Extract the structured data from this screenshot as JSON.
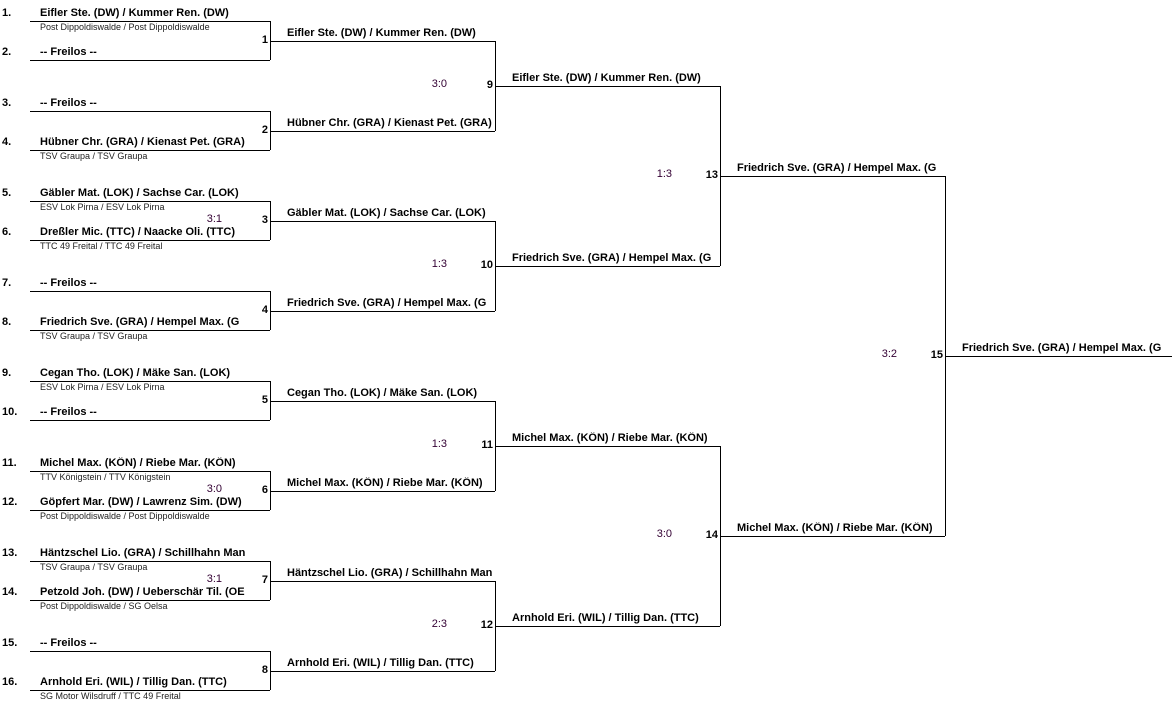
{
  "rounds": [
    {
      "matches": [
        {
          "number": "1",
          "score": "",
          "entrants": [
            {
              "seed": "1.",
              "name": "Eifler Ste. (DW) / Kummer Ren. (DW)",
              "club": "Post Dippoldiswalde / Post Dippoldiswalde"
            },
            {
              "seed": "2.",
              "name": "-- Freilos --",
              "club": ""
            }
          ]
        },
        {
          "number": "2",
          "score": "",
          "entrants": [
            {
              "seed": "3.",
              "name": "-- Freilos --",
              "club": ""
            },
            {
              "seed": "4.",
              "name": "Hübner Chr. (GRA) / Kienast Pet. (GRA)",
              "club": "TSV Graupa / TSV Graupa"
            }
          ]
        },
        {
          "number": "3",
          "score": "3:1",
          "entrants": [
            {
              "seed": "5.",
              "name": "Gäbler Mat. (LOK) / Sachse Car. (LOK)",
              "club": "ESV Lok Pirna / ESV Lok Pirna"
            },
            {
              "seed": "6.",
              "name": "Dreßler Mic. (TTC) / Naacke Oli. (TTC)",
              "club": "TTC 49 Freital / TTC 49 Freital"
            }
          ]
        },
        {
          "number": "4",
          "score": "",
          "entrants": [
            {
              "seed": "7.",
              "name": "-- Freilos --",
              "club": ""
            },
            {
              "seed": "8.",
              "name": "Friedrich Sve. (GRA) / Hempel Max. (G",
              "club": "TSV Graupa / TSV Graupa"
            }
          ]
        },
        {
          "number": "5",
          "score": "",
          "entrants": [
            {
              "seed": "9.",
              "name": "Cegan Tho. (LOK) / Mäke San. (LOK)",
              "club": "ESV Lok Pirna / ESV Lok Pirna"
            },
            {
              "seed": "10.",
              "name": "-- Freilos --",
              "club": ""
            }
          ]
        },
        {
          "number": "6",
          "score": "3:0",
          "entrants": [
            {
              "seed": "11.",
              "name": "Michel Max. (KÖN) / Riebe Mar. (KÖN)",
              "club": "TTV Königstein / TTV Königstein"
            },
            {
              "seed": "12.",
              "name": "Göpfert Mar. (DW) / Lawrenz Sim. (DW)",
              "club": "Post Dippoldiswalde / Post Dippoldiswalde"
            }
          ]
        },
        {
          "number": "7",
          "score": "3:1",
          "entrants": [
            {
              "seed": "13.",
              "name": "Häntzschel Lio. (GRA) / Schillhahn Man",
              "club": "TSV Graupa / TSV Graupa"
            },
            {
              "seed": "14.",
              "name": "Petzold Joh. (DW) / Ueberschär Til. (OE",
              "club": "Post Dippoldiswalde / SG Oelsa"
            }
          ]
        },
        {
          "number": "8",
          "score": "",
          "entrants": [
            {
              "seed": "15.",
              "name": "-- Freilos --",
              "club": ""
            },
            {
              "seed": "16.",
              "name": "Arnhold Eri. (WIL) / Tillig Dan. (TTC)",
              "club": "SG Motor Wilsdruff / TTC 49 Freital"
            }
          ]
        }
      ]
    },
    {
      "matches": [
        {
          "number": "9",
          "score": "3:0",
          "entrants": [
            {
              "name": "Eifler Ste. (DW) / Kummer Ren. (DW)"
            },
            {
              "name": "Hübner Chr. (GRA) / Kienast Pet. (GRA)"
            }
          ]
        },
        {
          "number": "10",
          "score": "1:3",
          "entrants": [
            {
              "name": "Gäbler Mat. (LOK) / Sachse Car. (LOK)"
            },
            {
              "name": "Friedrich Sve. (GRA) / Hempel Max. (G"
            }
          ]
        },
        {
          "number": "11",
          "score": "1:3",
          "entrants": [
            {
              "name": "Cegan Tho. (LOK) / Mäke San. (LOK)"
            },
            {
              "name": "Michel Max. (KÖN) / Riebe Mar. (KÖN)"
            }
          ]
        },
        {
          "number": "12",
          "score": "2:3",
          "entrants": [
            {
              "name": "Häntzschel Lio. (GRA) / Schillhahn Man"
            },
            {
              "name": "Arnhold Eri. (WIL) / Tillig Dan. (TTC)"
            }
          ]
        }
      ]
    },
    {
      "matches": [
        {
          "number": "13",
          "score": "1:3",
          "entrants": [
            {
              "name": "Eifler Ste. (DW) / Kummer Ren. (DW)"
            },
            {
              "name": "Friedrich Sve. (GRA) / Hempel Max. (G"
            }
          ]
        },
        {
          "number": "14",
          "score": "3:0",
          "entrants": [
            {
              "name": "Michel Max. (KÖN) / Riebe Mar. (KÖN)"
            },
            {
              "name": "Arnhold Eri. (WIL) / Tillig Dan. (TTC)"
            }
          ]
        }
      ]
    },
    {
      "matches": [
        {
          "number": "15",
          "score": "3:2",
          "entrants": [
            {
              "name": "Friedrich Sve. (GRA) / Hempel Max. (G"
            },
            {
              "name": "Michel Max. (KÖN) / Riebe Mar. (KÖN)"
            }
          ]
        }
      ]
    }
  ],
  "winner": {
    "name": "Friedrich Sve. (GRA) / Hempel Max. (G"
  }
}
